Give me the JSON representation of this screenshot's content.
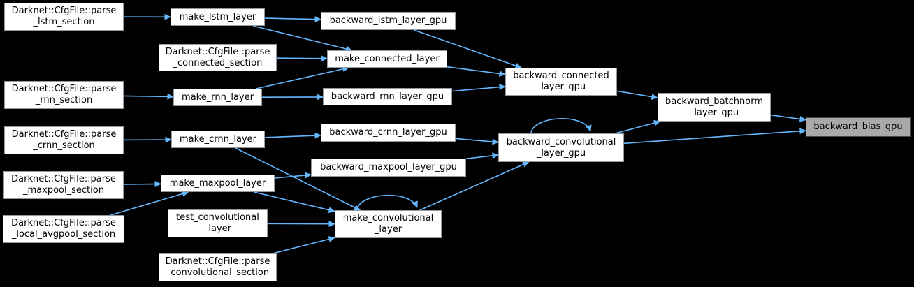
{
  "diagram": {
    "type": "call-graph",
    "highlighted_function": "backward_bias_gpu",
    "colors": {
      "background": "#000000",
      "arrow": "#63B8FF",
      "node_fill": "#FFFFFF",
      "node_border": "#96999E",
      "highlight_fill": "#A9A9A9",
      "highlight_border": "#454545",
      "text": "#000000"
    },
    "nodes": [
      {
        "id": "parse_lstm_section",
        "label": "Darknet::CfgFile::parse\n_lstm_section",
        "highlighted": false
      },
      {
        "id": "parse_rnn_section",
        "label": "Darknet::CfgFile::parse\n_rnn_section",
        "highlighted": false
      },
      {
        "id": "parse_crnn_section",
        "label": "Darknet::CfgFile::parse\n_crnn_section",
        "highlighted": false
      },
      {
        "id": "parse_maxpool_section",
        "label": "Darknet::CfgFile::parse\n_maxpool_section",
        "highlighted": false
      },
      {
        "id": "parse_local_avgpool_section",
        "label": "Darknet::CfgFile::parse\n_local_avgpool_section",
        "highlighted": false
      },
      {
        "id": "make_lstm_layer",
        "label": "make_lstm_layer",
        "highlighted": false
      },
      {
        "id": "parse_connected_section",
        "label": "Darknet::CfgFile::parse\n_connected_section",
        "highlighted": false
      },
      {
        "id": "make_rnn_layer",
        "label": "make_rnn_layer",
        "highlighted": false
      },
      {
        "id": "make_crnn_layer",
        "label": "make_crnn_layer",
        "highlighted": false
      },
      {
        "id": "make_maxpool_layer",
        "label": "make_maxpool_layer",
        "highlighted": false
      },
      {
        "id": "test_convolutional_layer",
        "label": "test_convolutional\n_layer",
        "highlighted": false
      },
      {
        "id": "parse_convolutional_section",
        "label": "Darknet::CfgFile::parse\n_convolutional_section",
        "highlighted": false
      },
      {
        "id": "backward_lstm_layer_gpu",
        "label": "backward_lstm_layer_gpu",
        "highlighted": false
      },
      {
        "id": "make_connected_layer",
        "label": "make_connected_layer",
        "highlighted": false
      },
      {
        "id": "backward_rnn_layer_gpu",
        "label": "backward_rnn_layer_gpu",
        "highlighted": false
      },
      {
        "id": "backward_crnn_layer_gpu",
        "label": "backward_crnn_layer_gpu",
        "highlighted": false
      },
      {
        "id": "backward_maxpool_layer_gpu",
        "label": "backward_maxpool_layer_gpu",
        "highlighted": false
      },
      {
        "id": "make_convolutional_layer",
        "label": "make_convolutional\n_layer",
        "highlighted": false
      },
      {
        "id": "backward_connected_layer_gpu",
        "label": "backward_connected\n_layer_gpu",
        "highlighted": false
      },
      {
        "id": "backward_convolutional_layer_gpu",
        "label": "backward_convolutional\n_layer_gpu",
        "highlighted": false
      },
      {
        "id": "backward_batchnorm_layer_gpu",
        "label": "backward_batchnorm\n_layer_gpu",
        "highlighted": false
      },
      {
        "id": "backward_bias_gpu",
        "label": "backward_bias_gpu",
        "highlighted": true
      }
    ],
    "edges": [
      {
        "from": "parse_lstm_section",
        "to": "make_lstm_layer"
      },
      {
        "from": "make_lstm_layer",
        "to": "backward_lstm_layer_gpu"
      },
      {
        "from": "make_lstm_layer",
        "to": "make_connected_layer"
      },
      {
        "from": "parse_connected_section",
        "to": "make_connected_layer"
      },
      {
        "from": "parse_rnn_section",
        "to": "make_rnn_layer"
      },
      {
        "from": "make_rnn_layer",
        "to": "backward_rnn_layer_gpu"
      },
      {
        "from": "make_rnn_layer",
        "to": "make_connected_layer"
      },
      {
        "from": "backward_lstm_layer_gpu",
        "to": "backward_connected_layer_gpu"
      },
      {
        "from": "make_connected_layer",
        "to": "backward_connected_layer_gpu"
      },
      {
        "from": "backward_rnn_layer_gpu",
        "to": "backward_connected_layer_gpu"
      },
      {
        "from": "backward_connected_layer_gpu",
        "to": "backward_batchnorm_layer_gpu"
      },
      {
        "from": "parse_crnn_section",
        "to": "make_crnn_layer"
      },
      {
        "from": "make_crnn_layer",
        "to": "backward_crnn_layer_gpu"
      },
      {
        "from": "make_crnn_layer",
        "to": "make_convolutional_layer"
      },
      {
        "from": "backward_crnn_layer_gpu",
        "to": "backward_convolutional_layer_gpu"
      },
      {
        "from": "parse_maxpool_section",
        "to": "make_maxpool_layer"
      },
      {
        "from": "parse_local_avgpool_section",
        "to": "make_maxpool_layer"
      },
      {
        "from": "make_maxpool_layer",
        "to": "backward_maxpool_layer_gpu"
      },
      {
        "from": "make_maxpool_layer",
        "to": "make_convolutional_layer"
      },
      {
        "from": "backward_maxpool_layer_gpu",
        "to": "backward_convolutional_layer_gpu"
      },
      {
        "from": "test_convolutional_layer",
        "to": "make_convolutional_layer"
      },
      {
        "from": "parse_convolutional_section",
        "to": "make_convolutional_layer"
      },
      {
        "from": "make_convolutional_layer",
        "to": "backward_convolutional_layer_gpu"
      },
      {
        "from": "make_convolutional_layer",
        "to": "make_convolutional_layer"
      },
      {
        "from": "backward_convolutional_layer_gpu",
        "to": "backward_convolutional_layer_gpu"
      },
      {
        "from": "backward_convolutional_layer_gpu",
        "to": "backward_batchnorm_layer_gpu"
      },
      {
        "from": "backward_convolutional_layer_gpu",
        "to": "backward_bias_gpu"
      },
      {
        "from": "backward_batchnorm_layer_gpu",
        "to": "backward_bias_gpu"
      }
    ]
  }
}
